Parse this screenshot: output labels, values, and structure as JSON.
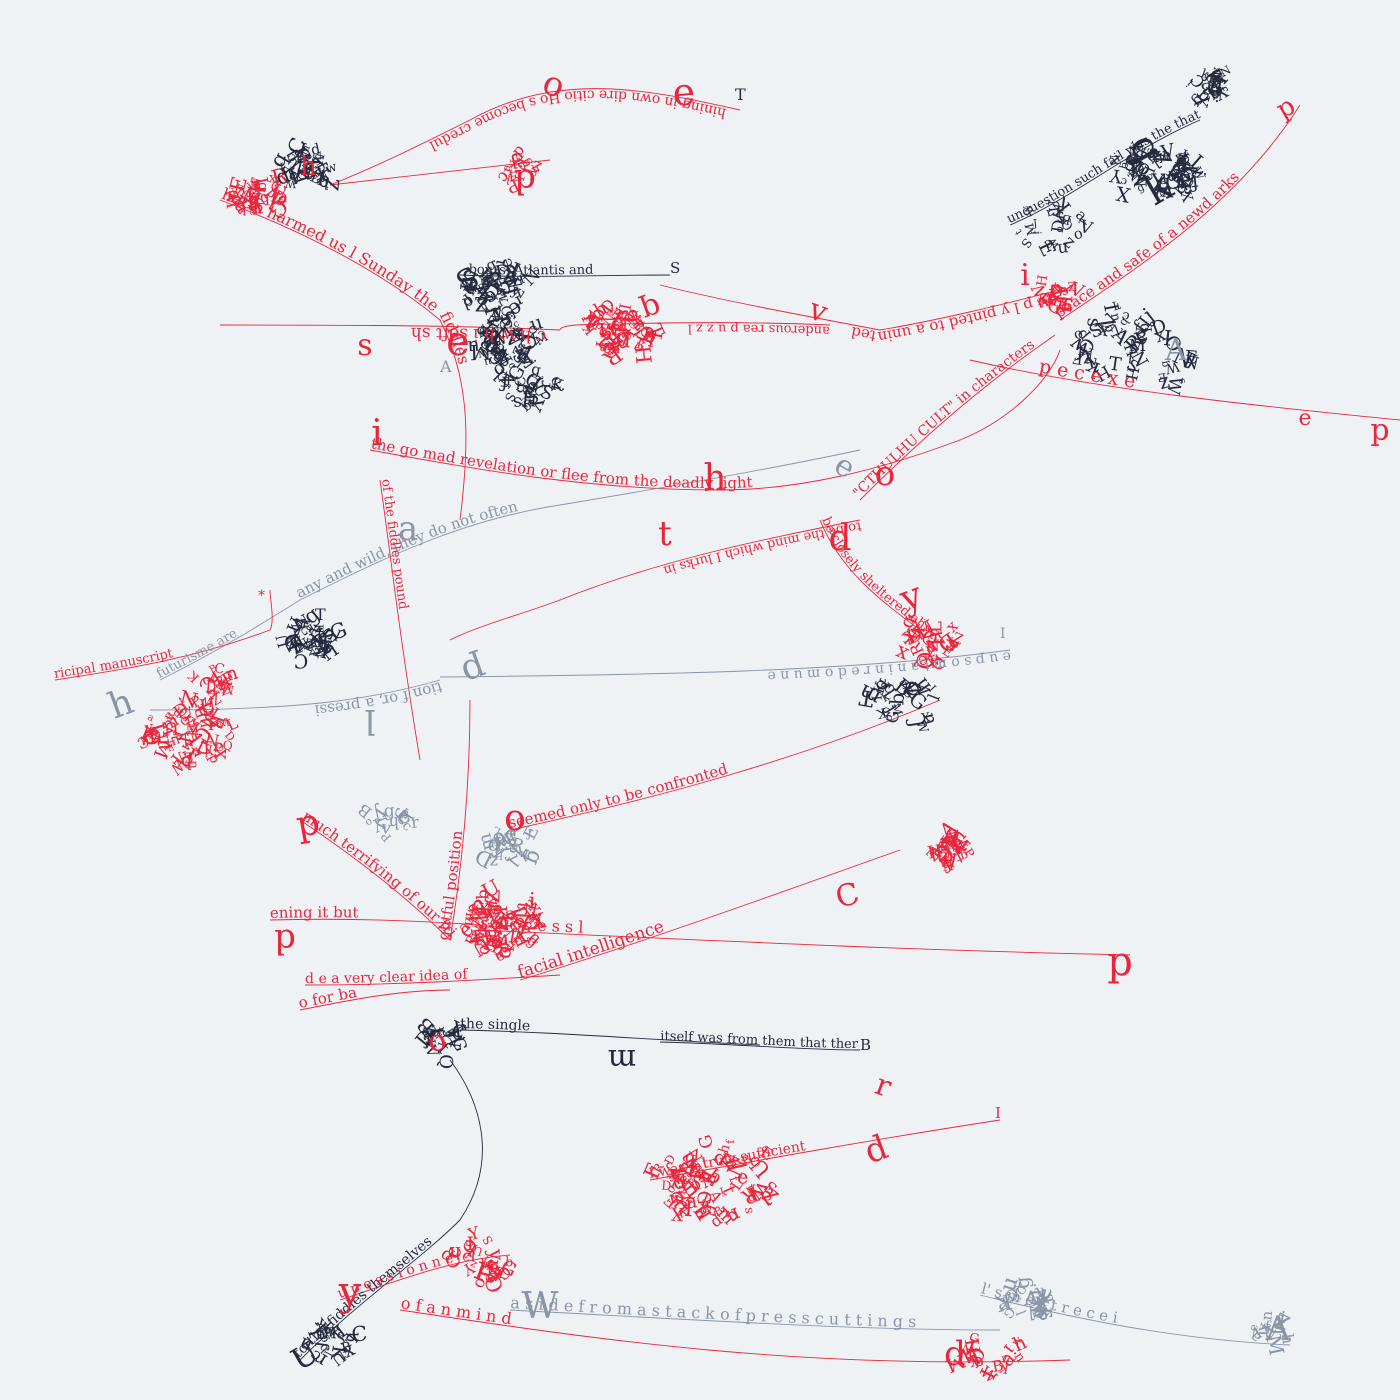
{
  "palette": {
    "background": "#eef2f5",
    "red": "#e8273d",
    "navy": "#262a3d",
    "gray": "#8a95a6"
  },
  "paths": [
    {
      "id": "p1",
      "color": "red",
      "text": "hining in own dire citio Ho s become credul",
      "big": [
        "e",
        "o"
      ]
    },
    {
      "id": "p2",
      "color": "red",
      "text": "herto harmed us l Sunday the fiddles",
      "big": [
        "e",
        "d"
      ]
    },
    {
      "id": "p3",
      "color": "red",
      "text": "c h w h i soft sh",
      "big": [
        "s"
      ]
    },
    {
      "id": "p4",
      "color": "navy",
      "text": "bours, Atlantis and",
      "big": [
        "S"
      ]
    },
    {
      "id": "p5",
      "color": "red",
      "text": "anderous rea p u z z l",
      "big": [
        "q",
        "l"
      ]
    },
    {
      "id": "p6",
      "color": "red",
      "text": "y p l y pinted to a uninted",
      "big": [
        "v"
      ]
    },
    {
      "id": "p7",
      "color": "red",
      "text": "peace and safe of a newd arks",
      "big": [
        "p"
      ]
    },
    {
      "id": "p8",
      "color": "red",
      "text": "p e c e x e",
      "big": [
        "p",
        "e"
      ]
    },
    {
      "id": "p9",
      "color": "navy",
      "text": "unquestion such fail was the that",
      "big": [
        "q",
        "k"
      ]
    },
    {
      "id": "p10",
      "color": "red",
      "text": "the go mad revelation or flee from the deadly light",
      "big": [
        "i",
        "h",
        "o"
      ]
    },
    {
      "id": "p11",
      "color": "red",
      "text": "\"CTHULHU CULT\" in characters",
      "big": [
        "i"
      ]
    },
    {
      "id": "p12",
      "color": "gray",
      "text": "any and wild, they do not often",
      "big": [
        "a",
        "e"
      ]
    },
    {
      "id": "p13",
      "color": "gray",
      "text": "futurisme are",
      "big": []
    },
    {
      "id": "p14",
      "color": "red",
      "text": "ricipal manuscript",
      "big": []
    },
    {
      "id": "p15",
      "color": "red",
      "text": "of the fiddles pound",
      "big": []
    },
    {
      "id": "p16",
      "color": "red",
      "text": "to be the mind which I lurks in",
      "big": [
        "t"
      ]
    },
    {
      "id": "p17",
      "color": "red",
      "text": "be closely sheltered ahead",
      "big": [
        "d",
        "y"
      ]
    },
    {
      "id": "p18",
      "color": "gray",
      "text": "e u p s o m t a n i n r e d o m u n e",
      "big": [
        "l",
        "p"
      ]
    },
    {
      "id": "p19",
      "color": "gray",
      "text": "tion f or, a pressi",
      "big": [
        "h"
      ]
    },
    {
      "id": "p20",
      "color": "red",
      "text": "seemed only to be confronted",
      "big": [
        "o"
      ]
    },
    {
      "id": "p21",
      "color": "red",
      "text": "much terrifying of our frightful position",
      "big": [
        "p"
      ]
    },
    {
      "id": "p22",
      "color": "red",
      "text": "ening it but",
      "big": [
        "d"
      ]
    },
    {
      "id": "p23",
      "color": "red",
      "text": "s u c c e s s  l",
      "big": [
        "p"
      ]
    },
    {
      "id": "p24",
      "color": "red",
      "text": "facial intelligence",
      "big": [
        "C"
      ]
    },
    {
      "id": "p25",
      "color": "red",
      "text": "d e a very clear idea of",
      "big": []
    },
    {
      "id": "p26",
      "color": "red",
      "text": "o for ba",
      "big": [
        "o"
      ]
    },
    {
      "id": "p27",
      "color": "navy",
      "text": "the single",
      "big": [
        "m"
      ]
    },
    {
      "id": "p28",
      "color": "navy",
      "text": "itself was from them that there ca",
      "big": []
    },
    {
      "id": "p29",
      "color": "red",
      "text": "I was a truly sufficient",
      "big": [
        "d",
        "r"
      ]
    },
    {
      "id": "p30",
      "color": "navy",
      "text": "to the fiddles themselves",
      "big": [
        "U"
      ]
    },
    {
      "id": "p31",
      "color": "red",
      "text": "u p e s s i o n n e",
      "big": [
        "y",
        "r"
      ]
    },
    {
      "id": "p32",
      "color": "gray",
      "text": "a s i d e  f r o m  a  s t a c k  o f  p r e s s  c u t t i n g s",
      "big": [
        "W"
      ]
    },
    {
      "id": "p33",
      "color": "red",
      "text": "o f  a n  m i n d",
      "big": [
        "d"
      ]
    },
    {
      "id": "p34",
      "color": "gray",
      "text": "l'  s  m o s t  r e c e i",
      "big": [
        "A"
      ]
    }
  ],
  "fragments": [
    {
      "id": "f1",
      "text": "h",
      "color": "red"
    },
    {
      "id": "f2",
      "text": "T",
      "color": "navy"
    },
    {
      "id": "f3",
      "text": "S",
      "color": "navy"
    },
    {
      "id": "f4",
      "text": "A",
      "color": "gray"
    },
    {
      "id": "f5",
      "text": "B",
      "color": "navy"
    },
    {
      "id": "f6",
      "text": "I",
      "color": "red"
    },
    {
      "id": "f7",
      "text": "T",
      "color": "navy"
    },
    {
      "id": "f8",
      "text": "I",
      "color": "gray"
    },
    {
      "id": "f9",
      "text": "A",
      "color": "gray"
    },
    {
      "id": "f10",
      "text": "*",
      "color": "red"
    }
  ]
}
